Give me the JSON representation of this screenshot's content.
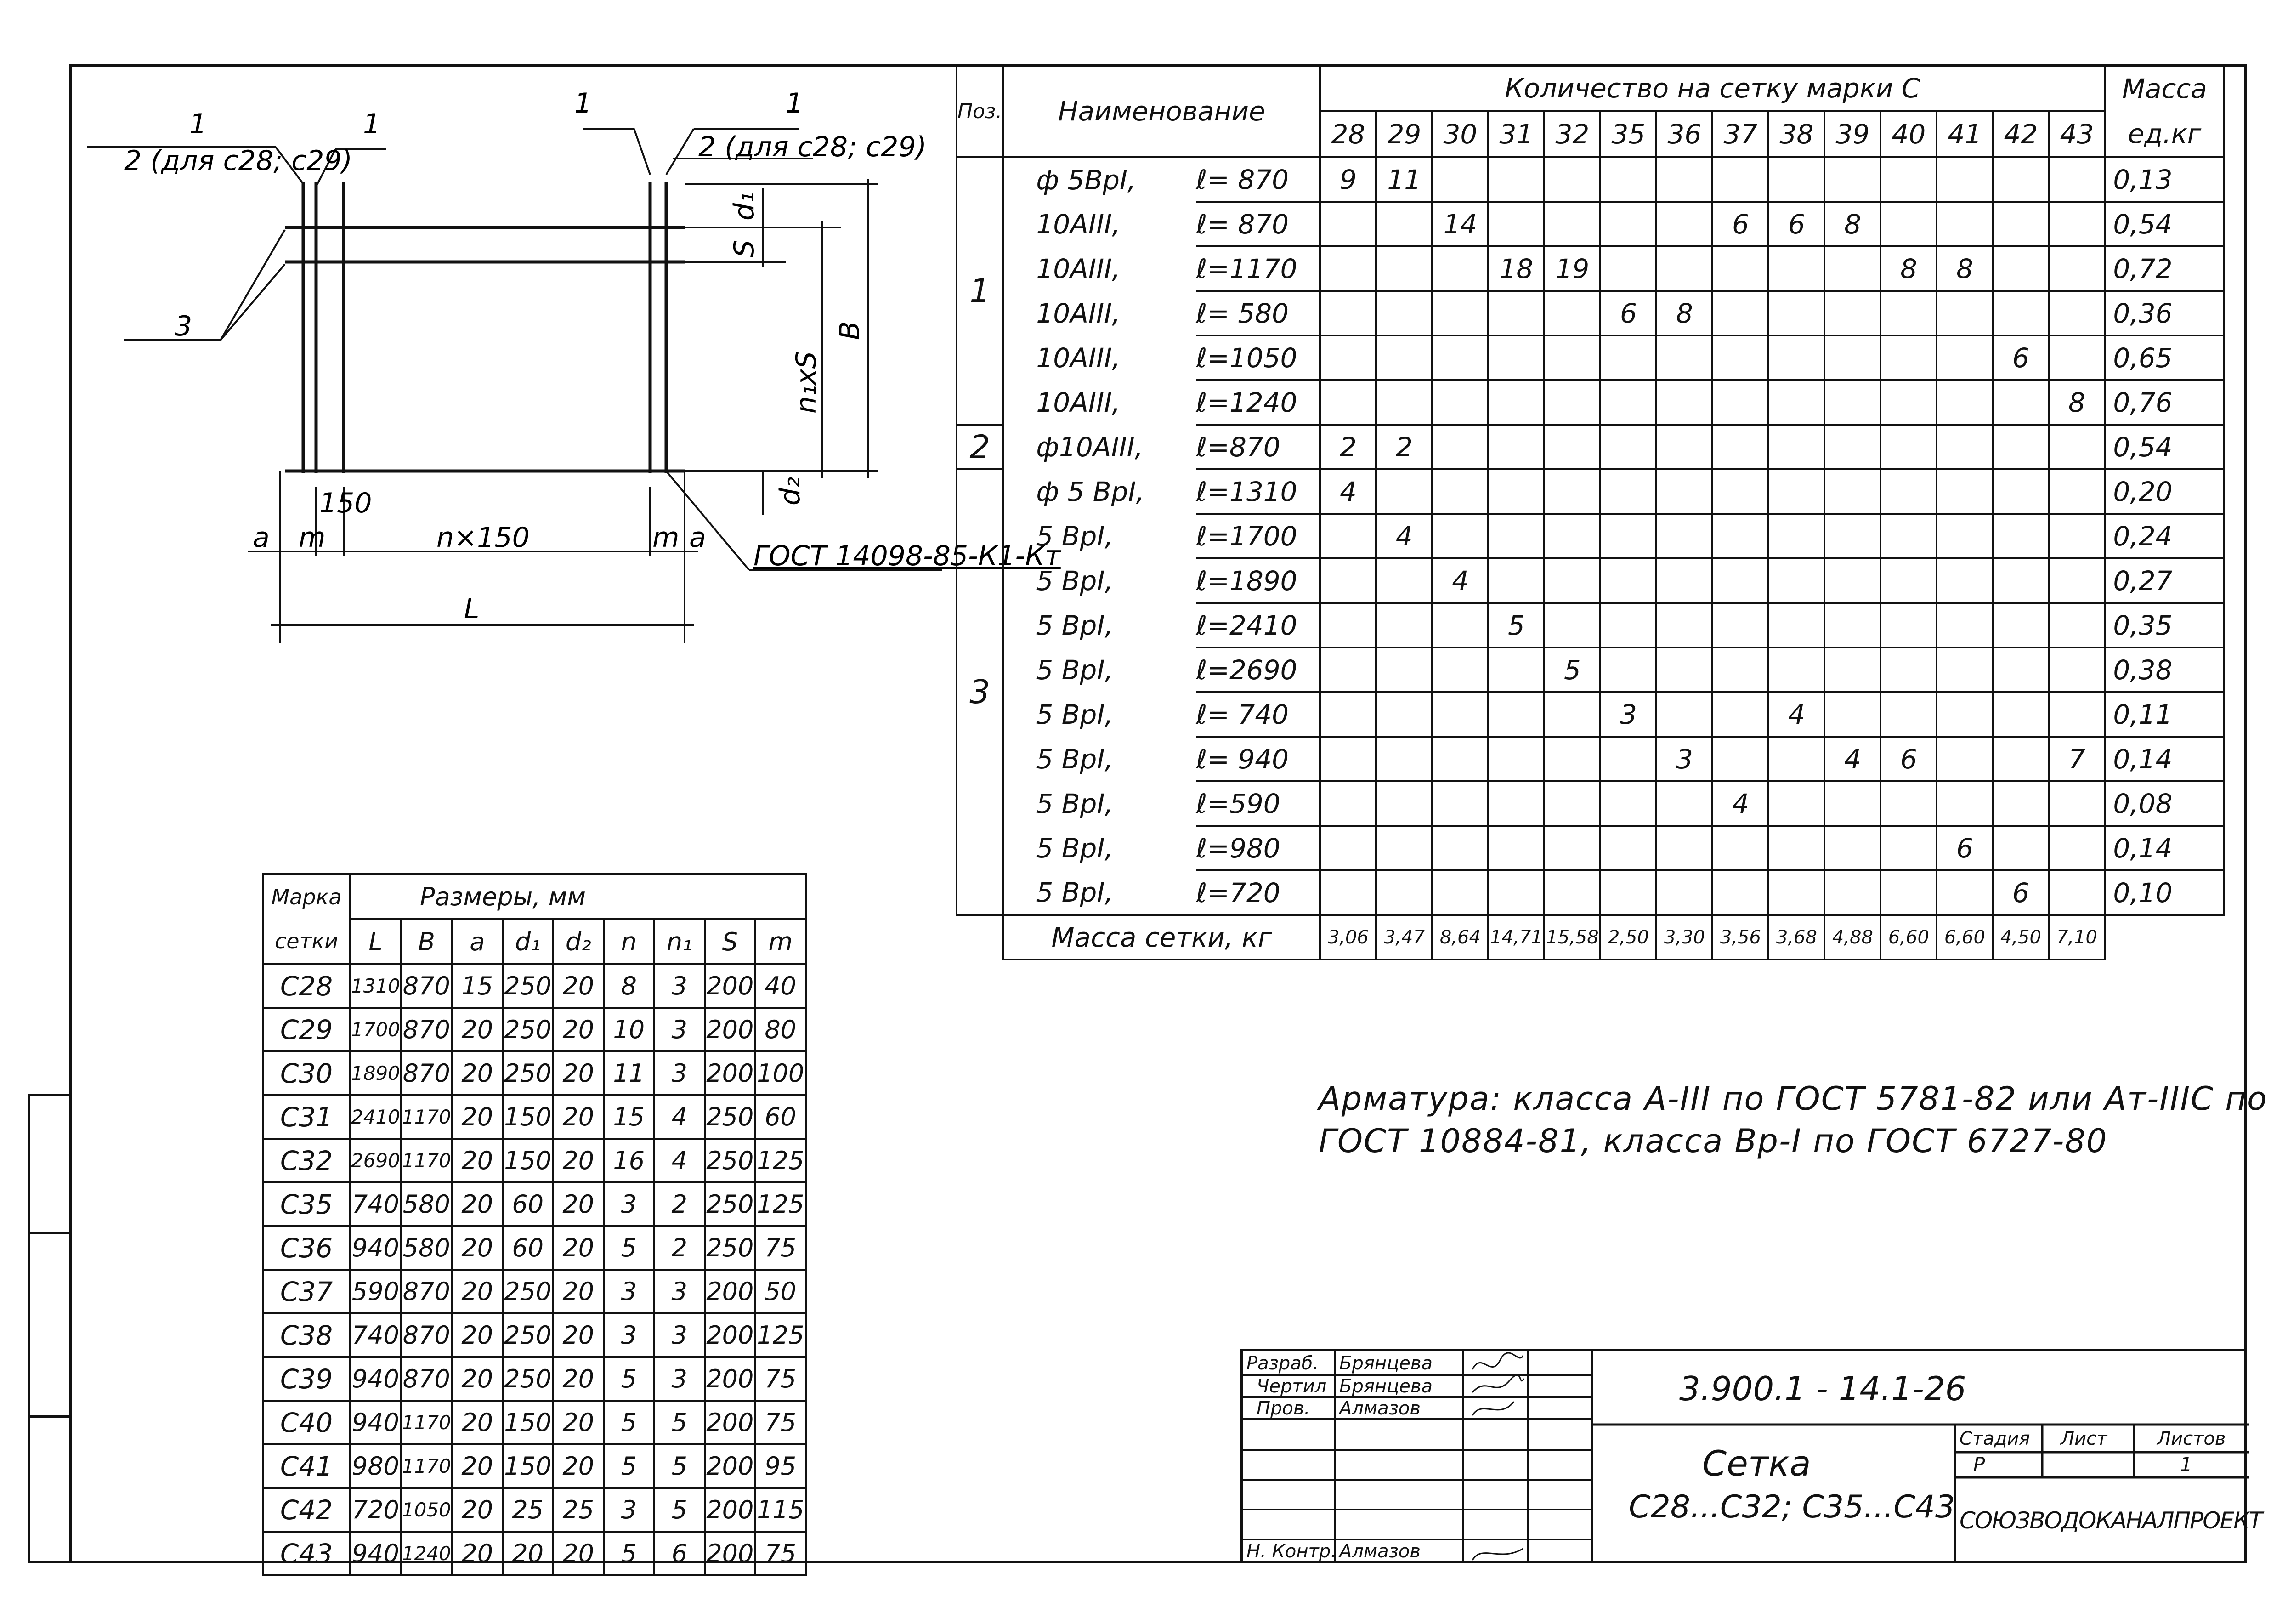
{
  "drawing": {
    "labels": {
      "pos1_a": "1",
      "pos1_b": "1",
      "pos1_c": "1",
      "pos1_d": "1",
      "pos2_left": "2 (для с28; с29)",
      "pos2_right": "2 (для с28; с29)",
      "pos3": "3",
      "d1": "d₁",
      "s": "S",
      "nxs": "n₁xS",
      "b": "В",
      "d2": "d₂",
      "a_left": "a",
      "m_left": "m",
      "step150": "150",
      "nx150": "n×150",
      "m_right": "m",
      "a_right": "a",
      "L": "L",
      "gost_weld": "ГОСТ 14098-85-К1-Кт"
    }
  },
  "spec": {
    "header": {
      "pos": "Поз.",
      "name": "Наименование",
      "qty": "Количество   на   сетку   марки   С",
      "mass1": "Масса",
      "mass2": "ед.кг"
    },
    "marks": [
      "28",
      "29",
      "30",
      "31",
      "32",
      "35",
      "36",
      "37",
      "38",
      "39",
      "40",
      "41",
      "42",
      "43"
    ],
    "rows": [
      {
        "pos": "1",
        "name": "ф 5ВрI,",
        "len": "ℓ= 870",
        "q": [
          "9",
          "11",
          "",
          "",
          "",
          "",
          "",
          "",
          "",
          "",
          "",
          "",
          "",
          ""
        ],
        "mass": "0,13"
      },
      {
        "pos": "",
        "name": "10АIII,",
        "len": "ℓ= 870",
        "q": [
          "",
          "",
          "14",
          "",
          "",
          "",
          "",
          "6",
          "6",
          "8",
          "",
          "",
          "",
          ""
        ],
        "mass": "0,54"
      },
      {
        "pos": "",
        "name": "10АIII,",
        "len": "ℓ=1170",
        "q": [
          "",
          "",
          "",
          "18",
          "19",
          "",
          "",
          "",
          "",
          "",
          "8",
          "8",
          "",
          ""
        ],
        "mass": "0,72"
      },
      {
        "pos": "",
        "name": "10АIII,",
        "len": "ℓ= 580",
        "q": [
          "",
          "",
          "",
          "",
          "",
          "6",
          "8",
          "",
          "",
          "",
          "",
          "",
          "",
          ""
        ],
        "mass": "0,36"
      },
      {
        "pos": "",
        "name": "10АIII,",
        "len": "ℓ=1050",
        "q": [
          "",
          "",
          "",
          "",
          "",
          "",
          "",
          "",
          "",
          "",
          "",
          "",
          "6",
          ""
        ],
        "mass": "0,65"
      },
      {
        "pos": "",
        "name": "10АIII,",
        "len": "ℓ=1240",
        "q": [
          "",
          "",
          "",
          "",
          "",
          "",
          "",
          "",
          "",
          "",
          "",
          "",
          "",
          "8"
        ],
        "mass": "0,76"
      },
      {
        "pos": "2",
        "name": "ф10АIII,",
        "len": "ℓ=870",
        "q": [
          "2",
          "2",
          "",
          "",
          "",
          "",
          "",
          "",
          "",
          "",
          "",
          "",
          "",
          ""
        ],
        "mass": "0,54"
      },
      {
        "pos": "3",
        "name": "ф 5 ВрI,",
        "len": "ℓ=1310",
        "q": [
          "4",
          "",
          "",
          "",
          "",
          "",
          "",
          "",
          "",
          "",
          "",
          "",
          "",
          ""
        ],
        "mass": "0,20"
      },
      {
        "pos": "",
        "name": "5 ВрI,",
        "len": "ℓ=1700",
        "q": [
          "",
          "4",
          "",
          "",
          "",
          "",
          "",
          "",
          "",
          "",
          "",
          "",
          "",
          ""
        ],
        "mass": "0,24"
      },
      {
        "pos": "",
        "name": "5 ВрI,",
        "len": "ℓ=1890",
        "q": [
          "",
          "",
          "4",
          "",
          "",
          "",
          "",
          "",
          "",
          "",
          "",
          "",
          "",
          ""
        ],
        "mass": "0,27"
      },
      {
        "pos": "",
        "name": "5 ВрI,",
        "len": "ℓ=2410",
        "q": [
          "",
          "",
          "",
          "5",
          "",
          "",
          "",
          "",
          "",
          "",
          "",
          "",
          "",
          ""
        ],
        "mass": "0,35"
      },
      {
        "pos": "",
        "name": "5 ВрI,",
        "len": "ℓ=2690",
        "q": [
          "",
          "",
          "",
          "",
          "5",
          "",
          "",
          "",
          "",
          "",
          "",
          "",
          "",
          ""
        ],
        "mass": "0,38"
      },
      {
        "pos": "",
        "name": "5 ВрI,",
        "len": "ℓ= 740",
        "q": [
          "",
          "",
          "",
          "",
          "",
          "3",
          "",
          "",
          "4",
          "",
          "",
          "",
          "",
          ""
        ],
        "mass": "0,11"
      },
      {
        "pos": "",
        "name": "5 ВрI,",
        "len": "ℓ= 940",
        "q": [
          "",
          "",
          "",
          "",
          "",
          "",
          "3",
          "",
          "",
          "4",
          "6",
          "",
          "",
          "7"
        ],
        "mass": "0,14"
      },
      {
        "pos": "",
        "name": "5 ВрI,",
        "len": "ℓ=590",
        "q": [
          "",
          "",
          "",
          "",
          "",
          "",
          "",
          "4",
          "",
          "",
          "",
          "",
          "",
          ""
        ],
        "mass": "0,08"
      },
      {
        "pos": "",
        "name": "5 ВрI,",
        "len": "ℓ=980",
        "q": [
          "",
          "",
          "",
          "",
          "",
          "",
          "",
          "",
          "",
          "",
          "",
          "6",
          "",
          ""
        ],
        "mass": "0,14"
      },
      {
        "pos": "",
        "name": "5 ВрI,",
        "len": "ℓ=720",
        "q": [
          "",
          "",
          "",
          "",
          "",
          "",
          "",
          "",
          "",
          "",
          "",
          "",
          "6",
          ""
        ],
        "mass": "0,10"
      }
    ],
    "total_label": "Масса   сетки,  кг",
    "totals": [
      "3,06",
      "3,47",
      "8,64",
      "14,71",
      "15,58",
      "2,50",
      "3,30",
      "3,56",
      "3,68",
      "4,88",
      "6,60",
      "6,60",
      "4,50",
      "7,10"
    ]
  },
  "dims": {
    "h_mark1": "Марка",
    "h_mark2": "сетки",
    "h_sizes": "Размеры,   мм",
    "cols": [
      "L",
      "В",
      "a",
      "d₁",
      "d₂",
      "n",
      "n₁",
      "S",
      "m"
    ],
    "rows": [
      [
        "С28",
        "1310",
        "870",
        "15",
        "250",
        "20",
        "8",
        "3",
        "200",
        "40"
      ],
      [
        "С29",
        "1700",
        "870",
        "20",
        "250",
        "20",
        "10",
        "3",
        "200",
        "80"
      ],
      [
        "С30",
        "1890",
        "870",
        "20",
        "250",
        "20",
        "11",
        "3",
        "200",
        "100"
      ],
      [
        "С31",
        "2410",
        "1170",
        "20",
        "150",
        "20",
        "15",
        "4",
        "250",
        "60"
      ],
      [
        "С32",
        "2690",
        "1170",
        "20",
        "150",
        "20",
        "16",
        "4",
        "250",
        "125"
      ],
      [
        "С35",
        "740",
        "580",
        "20",
        "60",
        "20",
        "3",
        "2",
        "250",
        "125"
      ],
      [
        "С36",
        "940",
        "580",
        "20",
        "60",
        "20",
        "5",
        "2",
        "250",
        "75"
      ],
      [
        "С37",
        "590",
        "870",
        "20",
        "250",
        "20",
        "3",
        "3",
        "200",
        "50"
      ],
      [
        "С38",
        "740",
        "870",
        "20",
        "250",
        "20",
        "3",
        "3",
        "200",
        "125"
      ],
      [
        "С39",
        "940",
        "870",
        "20",
        "250",
        "20",
        "5",
        "3",
        "200",
        "75"
      ],
      [
        "С40",
        "940",
        "1170",
        "20",
        "150",
        "20",
        "5",
        "5",
        "200",
        "75"
      ],
      [
        "С41",
        "980",
        "1170",
        "20",
        "150",
        "20",
        "5",
        "5",
        "200",
        "95"
      ],
      [
        "С42",
        "720",
        "1050",
        "20",
        "25",
        "25",
        "3",
        "5",
        "200",
        "115"
      ],
      [
        "С43",
        "940",
        "1240",
        "20",
        "20",
        "20",
        "5",
        "6",
        "200",
        "75"
      ]
    ]
  },
  "note": {
    "line1": "Арматура:   класса  А-III по ГОСТ 5781-82 или Ат-IIIС по",
    "line2": "ГОСТ 10884-81,  класса  Вр-I по ГОСТ 6727-80"
  },
  "titleblock": {
    "razrab_role": "Разраб.",
    "razrab_name": "Брянцева",
    "chertil_role": "Чертил",
    "chertil_name": "Брянцева",
    "prov_role": "Пров.",
    "prov_name": "Алмазов",
    "nkontr_role": "Н. Контр.",
    "nkontr_name": "Алмазов",
    "code": "3.900.1 - 14.1-26",
    "title1": "Сетка",
    "title2": "С28...С32; С35...С43",
    "stage_label": "Стадия",
    "sheet_label": "Лист",
    "sheets_label": "Листов",
    "stage": "Р",
    "sheets": "1",
    "org": "СОЮЗВОДОКАНАЛПРОЕКТ"
  }
}
